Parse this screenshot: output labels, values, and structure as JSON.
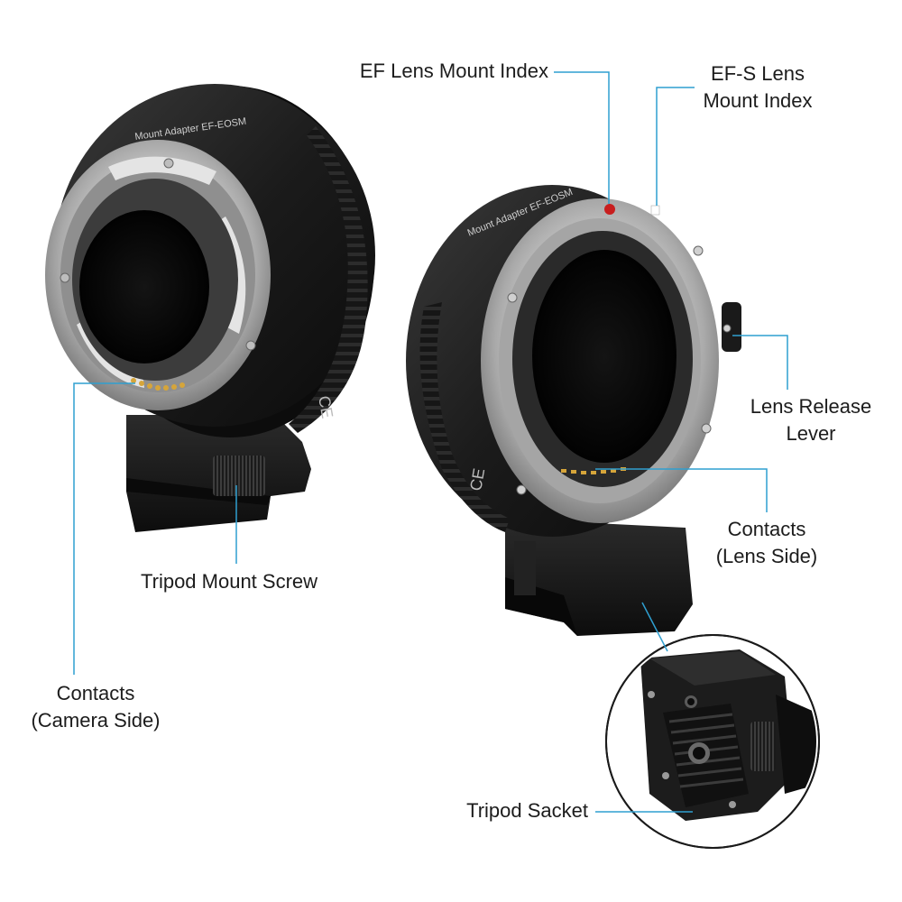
{
  "accent_color": "#2f9fd0",
  "labels": {
    "ef_index": "EF Lens Mount Index",
    "efs_index": [
      "EF-S Lens",
      "Mount Index"
    ],
    "lens_release": [
      "Lens Release",
      "Lever"
    ],
    "contacts_lens": [
      "Contacts",
      "(Lens Side)"
    ],
    "tripod_screw": "Tripod Mount Screw",
    "contacts_camera": [
      "Contacts",
      "(Camera Side)"
    ],
    "tripod_socket": "Tripod Sacket"
  },
  "engraving": {
    "left_adapter": "Mount Adapter EF-EOSM",
    "right_adapter": "Mount Adapter EF-EOSM",
    "ce_mark": "CE"
  }
}
